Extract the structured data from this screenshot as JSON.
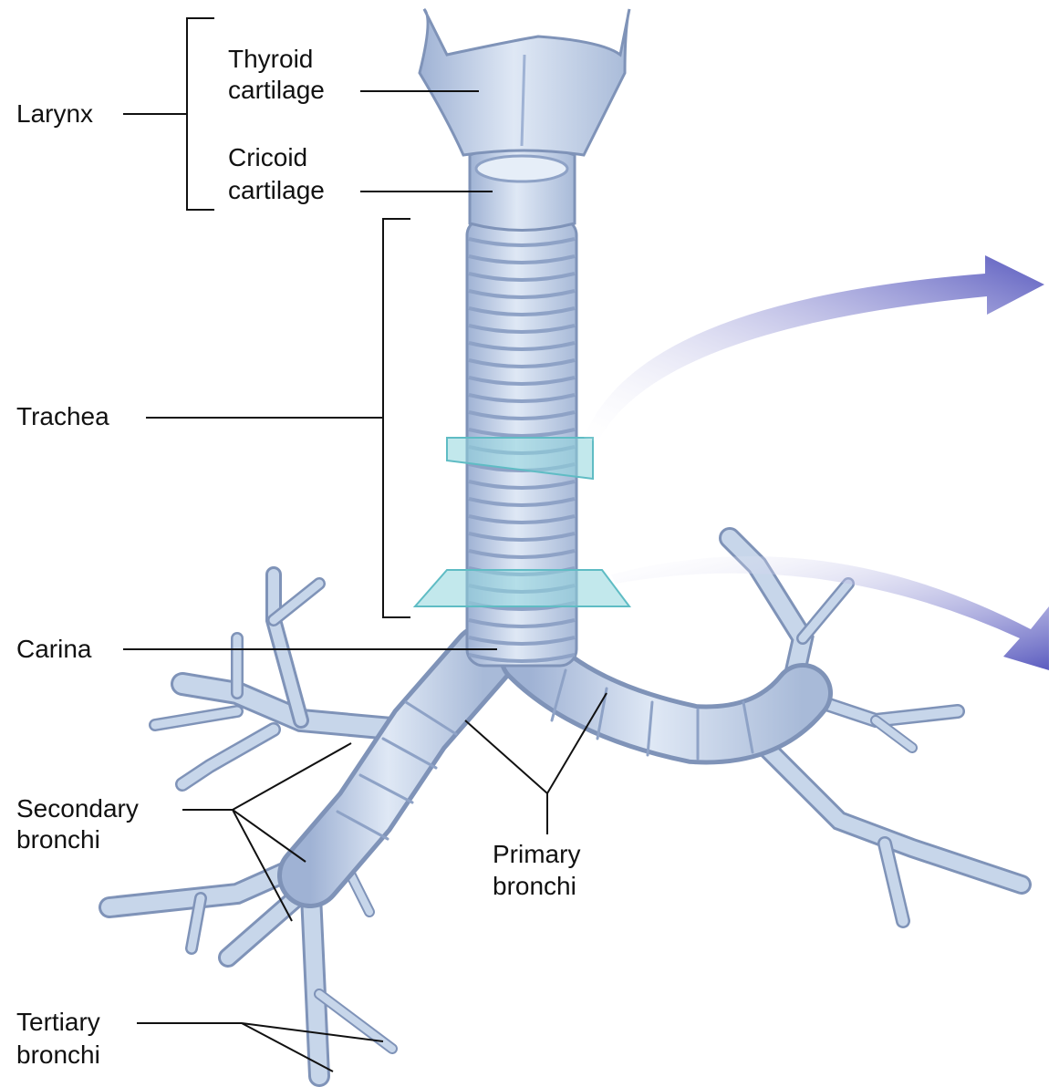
{
  "colors": {
    "tissue_fill": "#c7d6ea",
    "tissue_stroke": "#7f93b8",
    "ring_stroke": "#8ea2c6",
    "leader_line": "#111111",
    "plane": "#8fd6dc",
    "arrow": "#5a5bbf"
  },
  "labels": {
    "larynx": "Larynx",
    "thyroid_line1": "Thyroid",
    "thyroid_line2": "cartilage",
    "cricoid_line1": "Cricoid",
    "cricoid_line2": "cartilage",
    "trachea": "Trachea",
    "carina": "Carina",
    "secondary_line1": "Secondary",
    "secondary_line2": "bronchi",
    "primary_line1": "Primary",
    "primary_line2": "bronchi",
    "tertiary_line1": "Tertiary",
    "tertiary_line2": "bronchi"
  }
}
